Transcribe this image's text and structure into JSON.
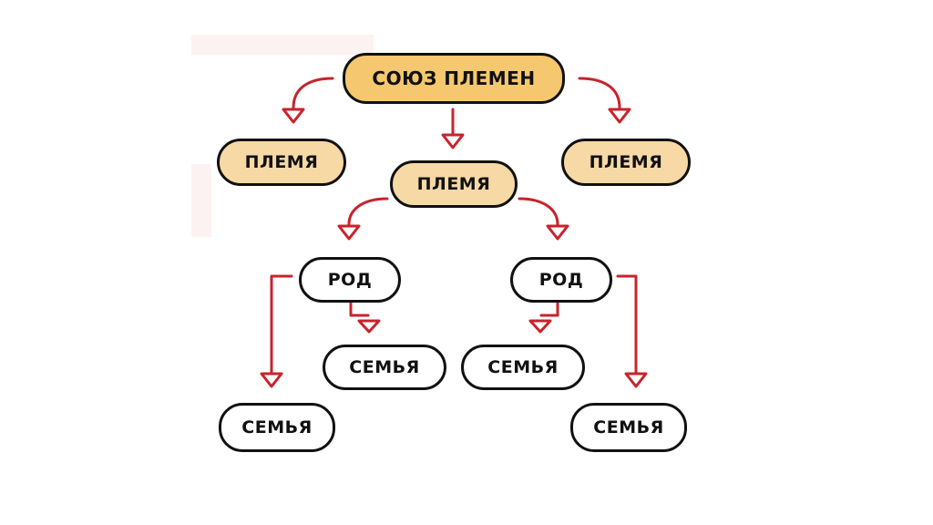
{
  "diagram": {
    "root": {
      "label": "СОЮЗ ПЛЕМЕН"
    },
    "tribes": [
      {
        "label": "ПЛЕМЯ"
      },
      {
        "label": "ПЛЕМЯ"
      },
      {
        "label": "ПЛЕМЯ"
      }
    ],
    "clans": [
      {
        "label": "РОД"
      },
      {
        "label": "РОД"
      }
    ],
    "families": [
      {
        "label": "СЕМЬЯ"
      },
      {
        "label": "СЕМЬЯ"
      },
      {
        "label": "СЕМЬЯ"
      },
      {
        "label": "СЕМЬЯ"
      }
    ]
  },
  "colors": {
    "union_fill": "#f5c76e",
    "tribe_fill": "#f7d9a6",
    "leaf_fill": "#ffffff",
    "arrow": "#c8232c",
    "border": "#111111"
  }
}
